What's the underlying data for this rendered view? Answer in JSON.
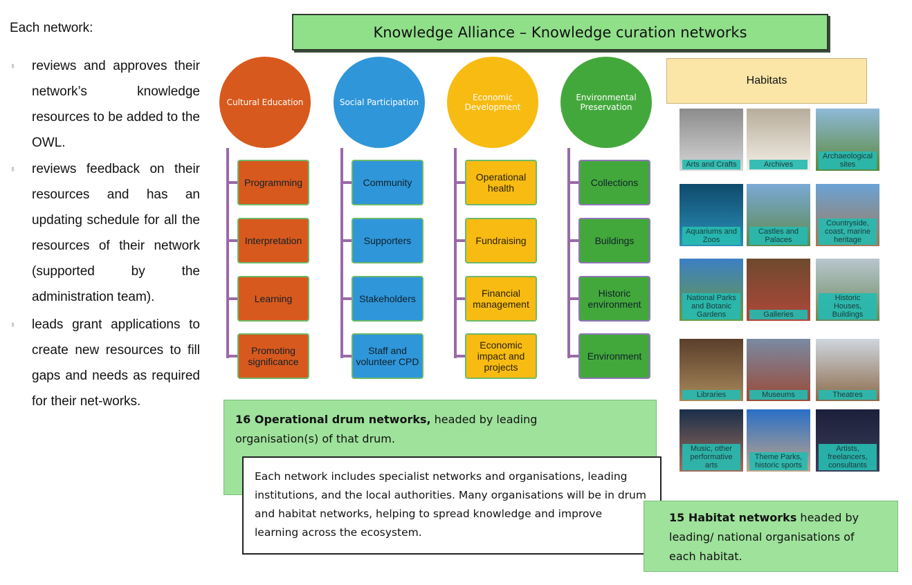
{
  "intro": "Each network:",
  "bullets": [
    "reviews and approves their network’s knowledge resources to be added to the OWL.",
    "reviews feedback on their resources and has an updating schedule for all the resources of their network (supported by the administration team).",
    "leads grant applications to create new resources to fill gaps and needs as required for their net-works."
  ],
  "bullet_glyph": "♁",
  "title": "Knowledge Alliance – Knowledge curation networks",
  "drums": [
    {
      "name": "Cultural Education",
      "color": "#d8591d",
      "items": [
        "Programming",
        "Interpretation",
        "Learning",
        "Promoting significance"
      ]
    },
    {
      "name": "Social Participation",
      "color": "#2f96d9",
      "items": [
        "Community",
        "Supporters",
        "Stakeholders",
        "Staff and volunteer CPD"
      ]
    },
    {
      "name": "Economic Development",
      "color": "#f7bb12",
      "items": [
        "Operational health",
        "Fundraising",
        "Financial management",
        "Economic impact and projects"
      ]
    },
    {
      "name": "Environmental Preservation",
      "color": "#43a83c",
      "items": [
        "Collections",
        "Buildings",
        "Historic environment",
        "Environment"
      ]
    }
  ],
  "habitats_title": "Habitats",
  "habitats": [
    "Arts and Crafts",
    "Archives",
    "Archaeological sites",
    "Aquariums and Zoos",
    "Castles and Palaces",
    "Countryside, coast, marine heritage",
    "National Parks and Botanic Gardens",
    "Galleries",
    "Historic Houses, Buildings",
    "Libraries",
    "Museums",
    "Theatres",
    "Music, other performative arts",
    "Theme Parks, historic sports",
    "Artists, freelancers, consultants"
  ],
  "drum_note": {
    "bold": "16 Operational drum networks,",
    "rest": " headed by leading organisation(s) of that drum."
  },
  "each_network_note": "Each network includes specialist networks and organisations, leading institutions, and the local authorities. Many organisations will be in drum and habitat networks, helping to spread knowledge and improve learning across the ecosystem.",
  "habitat_note": {
    "bold": "15 Habitat networks",
    "rest": " headed by leading/ national organisations of each habitat."
  }
}
